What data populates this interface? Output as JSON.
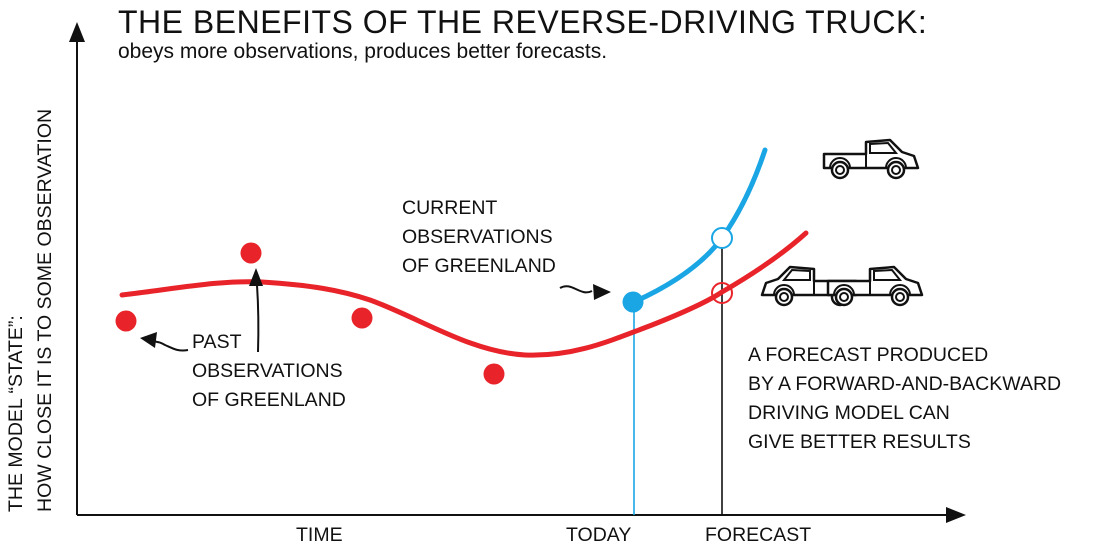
{
  "header": {
    "title": "THE BENEFITS OF THE REVERSE-DRIVING TRUCK:",
    "subtitle": "obeys more observations, produces better forecasts."
  },
  "axes": {
    "y_label_line1": "THE MODEL “STATE”:",
    "y_label_line2": "HOW CLOSE IT IS TO SOME OBSERVATION",
    "x_time": "TIME",
    "x_today": "TODAY",
    "x_forecast": "FORECAST"
  },
  "annotations": {
    "past_obs": [
      "PAST",
      "OBSERVATIONS",
      "OF GREENLAND"
    ],
    "current_obs": [
      "CURRENT",
      "OBSERVATIONS",
      "OF GREENLAND"
    ],
    "forecast_note": [
      "A FORECAST PRODUCED",
      "BY A FORWARD-AND-BACKWARD",
      "DRIVING MODEL CAN",
      "GIVE BETTER RESULTS"
    ]
  },
  "icons": [
    "truck-icon-forward",
    "truck-icon-forward-and-backward"
  ],
  "colors": {
    "model_curve": "#e8242a",
    "observation": "#e8242a",
    "current_curve": "#1aa6e4",
    "axis": "#111111"
  }
}
